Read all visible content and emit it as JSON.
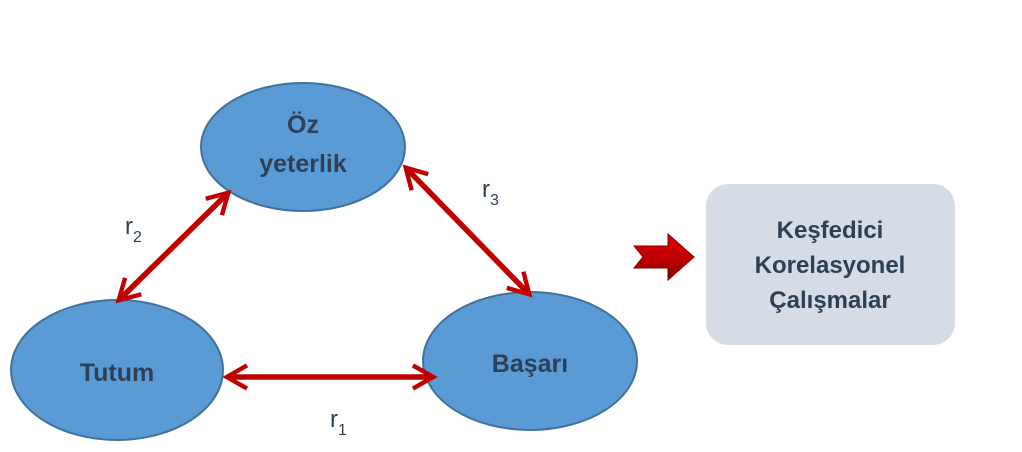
{
  "nodes": {
    "oz_yeterlik": {
      "line1": "Öz",
      "line2": "yeterlik"
    },
    "tutum": {
      "label": "Tutum"
    },
    "basari": {
      "label": "Başarı"
    }
  },
  "relations": {
    "r1": {
      "base": "r",
      "sub": "1"
    },
    "r2": {
      "base": "r",
      "sub": "2"
    },
    "r3": {
      "base": "r",
      "sub": "3"
    }
  },
  "result_box": {
    "line1": "Keşfedici",
    "line2": "Korelasyonel",
    "line3": "Çalışmalar"
  },
  "colors": {
    "node_fill": "#5b9bd5",
    "node_stroke": "#41719c",
    "arrow": "#c00000",
    "box_fill": "#d6dce5",
    "text": "#2e4057"
  },
  "icons": {
    "pointer_arrow": "right-arrow-icon"
  }
}
